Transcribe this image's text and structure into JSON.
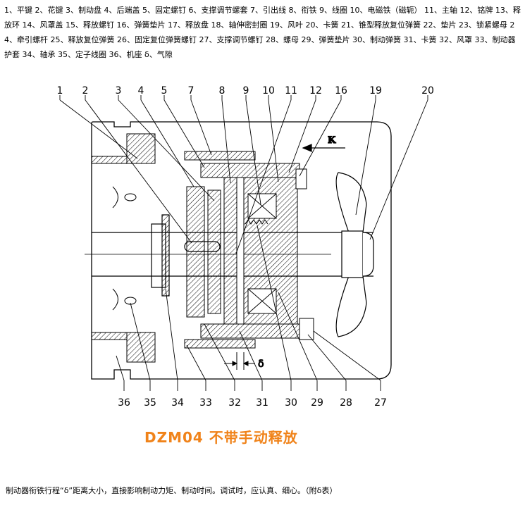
{
  "legend": "1、平键 2、花键 3、制动盘 4、后端盖 5、固定螺钉 6、支撑调节螺套 7、引出线 8、衔铁 9、线圈 10、电磁铁（磁轭） 11、主轴 12、铭牌 13、释放环 14、风罩盖 15、释放螺钉 16、弹簧垫片 17、释放盘 18、轴伸密封圈 19、风叶 20、卡簧 21、锥型释放复位弹簧 22、垫片 23、锁紧螺母 24、牵引螺杆 25、释放复位弹簧 26、固定复位弹簧螺钉 27、支撑调节螺钉 28、螺母 29、弹簧垫片 30、制动弹簧 31、卡簧 32、风罩 33、制动器护套 34、轴承 35、定子线圈 36、机座 δ、气隙",
  "top_labels": [
    "1",
    "2",
    "3",
    "4",
    "5",
    "7",
    "8",
    "9",
    "10",
    "11",
    "12",
    "16",
    "19",
    "20"
  ],
  "bottom_labels": [
    "36",
    "35",
    "34",
    "33",
    "32",
    "31",
    "30",
    "29",
    "28",
    "27"
  ],
  "direction_label": "K",
  "gap_label": "δ",
  "title": "DZM04 不带手动释放",
  "footnote": "制动器衔铁行程“δ”距离大小，直接影响制动力矩、制动时间。调试时，应认真、细心。（附δ表）",
  "colors": {
    "title": "#f0831a",
    "line": "#000000"
  }
}
